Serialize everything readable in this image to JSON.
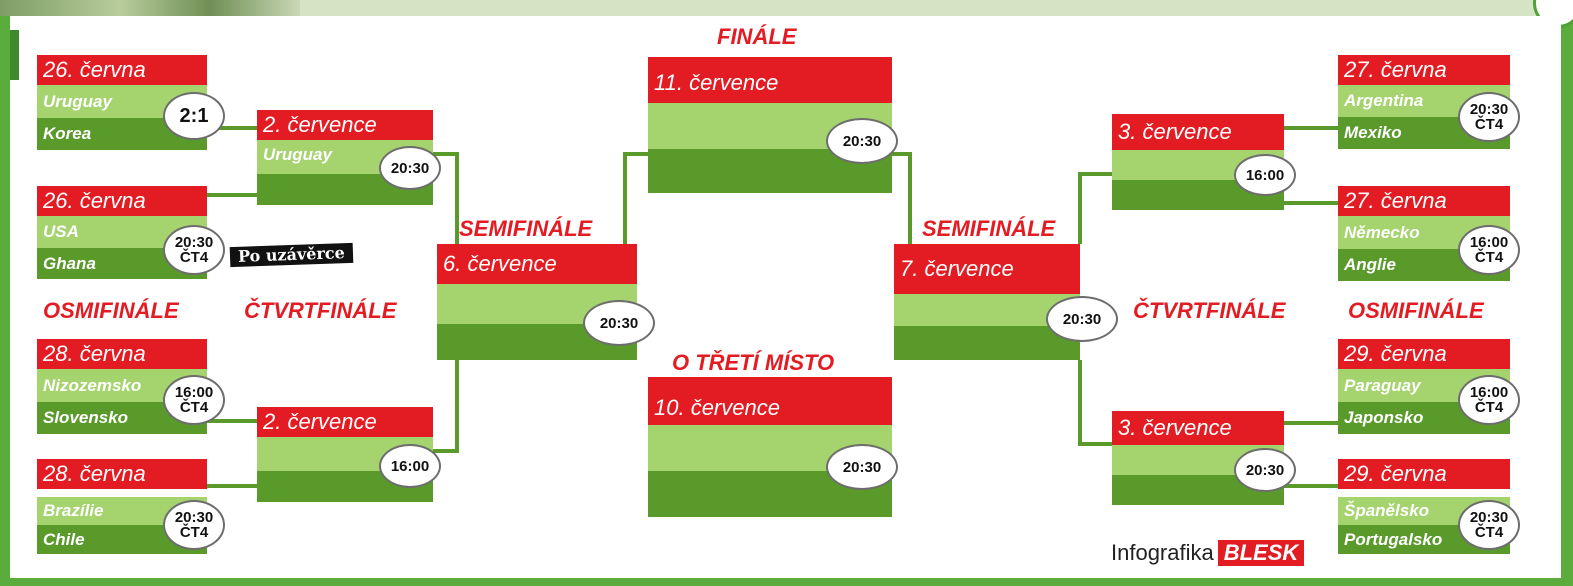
{
  "labels": {
    "final": "FINÁLE",
    "semi_left": "SEMIFINÁLE",
    "semi_right": "SEMIFINÁLE",
    "qf_left": "ČTVRTFINÁLE",
    "qf_right": "ČTVRTFINÁLE",
    "r16_left": "OSMIFINÁLE",
    "r16_right": "OSMIFINÁLE",
    "third": "O TŘETÍ MÍSTO"
  },
  "r16_left": [
    {
      "date": "26. června",
      "team1": "Uruguay",
      "team2": "Korea",
      "score": "2:1"
    },
    {
      "date": "26. června",
      "team1": "USA",
      "team2": "Ghana",
      "time": "20:30",
      "channel": "ČT4"
    },
    {
      "date": "28. června",
      "team1": "Nizozemsko",
      "team2": "Slovensko",
      "time": "16:00",
      "channel": "ČT4"
    },
    {
      "date": "28. června",
      "team1": "Brazílie",
      "team2": "Chile",
      "time": "20:30",
      "channel": "ČT4"
    }
  ],
  "r16_right": [
    {
      "date": "27. června",
      "team1": "Argentina",
      "team2": "Mexiko",
      "time": "20:30",
      "channel": "ČT4"
    },
    {
      "date": "27. června",
      "team1": "Německo",
      "team2": "Anglie",
      "time": "16:00",
      "channel": "ČT4"
    },
    {
      "date": "29. června",
      "team1": "Paraguay",
      "team2": "Japonsko",
      "time": "16:00",
      "channel": "ČT4"
    },
    {
      "date": "29. června",
      "team1": "Španělsko",
      "team2": "Portugalsko",
      "time": "20:30",
      "channel": "ČT4"
    }
  ],
  "qf_left": [
    {
      "date": "2. července",
      "team1": "Uruguay",
      "time": "20:30"
    },
    {
      "date": "2. července",
      "team1": "",
      "time": "16:00"
    }
  ],
  "qf_right": [
    {
      "date": "3. července",
      "time": "16:00"
    },
    {
      "date": "3. července",
      "time": "20:30"
    }
  ],
  "semi_left": {
    "date": "6. července",
    "time": "20:30"
  },
  "semi_right": {
    "date": "7. července",
    "time": "20:30"
  },
  "final": {
    "date": "11. července",
    "time": "20:30"
  },
  "third": {
    "date": "10. července",
    "time": "20:30"
  },
  "stamp": "Po uzávěrce",
  "credit": {
    "text": "Infografika",
    "logo": "BLESK"
  },
  "colors": {
    "red": "#e31c23",
    "light_green": "#a5d46e",
    "dark_green": "#5a9a2a",
    "frame_green": "#5aad3c"
  }
}
